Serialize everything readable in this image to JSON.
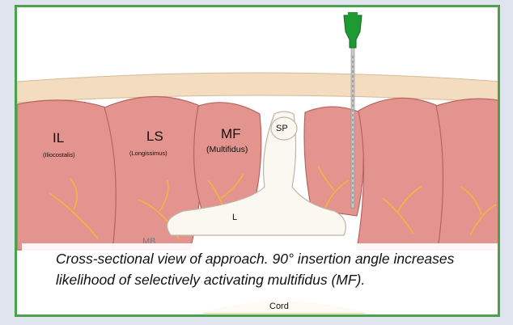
{
  "labels": {
    "il": "IL",
    "il_sub": "(Iliocostalis)",
    "ls": "LS",
    "ls_sub": "(Longissimus)",
    "mf": "MF",
    "mf_sub": "(Multifidus)",
    "sp": "SP",
    "l": "L",
    "mb": "MB",
    "cord": "Cord"
  },
  "caption": "Cross-sectional view of approach. 90° insertion angle increases likelihood of selectively activating multifidus (MF).",
  "colors": {
    "border": "#4aa34a",
    "muscle": "#e3948e",
    "skin": "#f3dcc0",
    "nerve": "#f2b53e",
    "bone": "#faf8f1",
    "needle_hub": "#1f9a33"
  }
}
